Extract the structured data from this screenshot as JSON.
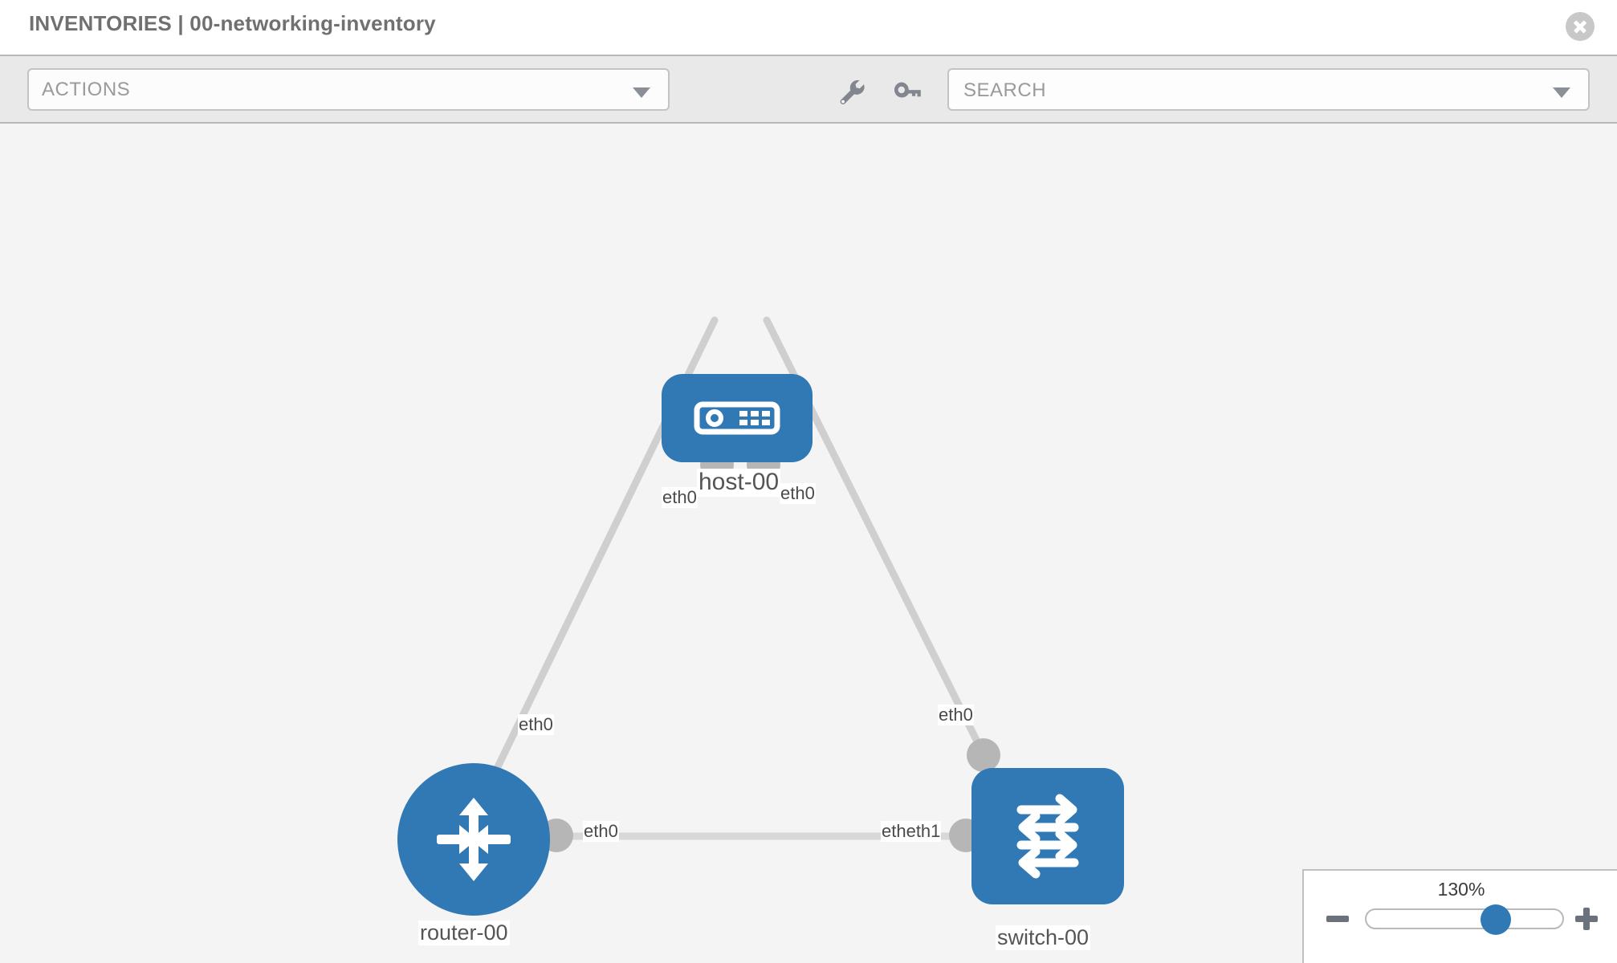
{
  "header": {
    "title": "INVENTORIES | 00-networking-inventory",
    "close_icon": "close-circle-icon"
  },
  "toolbar": {
    "actions_label": "ACTIONS",
    "actions_caret_icon": "chevron-down-icon",
    "wrench_icon": "wrench-icon",
    "key_icon": "key-icon",
    "search_placeholder": "SEARCH",
    "search_value": "",
    "search_caret_icon": "chevron-down-icon"
  },
  "colors": {
    "node_blue": "#3179b5",
    "connector_gray": "#b6b6b6",
    "link_gray": "#cfcfcf",
    "canvas_bg": "#f4f4f4",
    "toolbar_bg": "#e9e9e9"
  },
  "topology": {
    "nodes": [
      {
        "id": "host-00",
        "label": "host-00",
        "type": "host",
        "icon": "server-icon"
      },
      {
        "id": "router-00",
        "label": "router-00",
        "type": "router",
        "icon": "router-arrows-icon"
      },
      {
        "id": "switch-00",
        "label": "switch-00",
        "type": "switch",
        "icon": "switch-arrows-icon"
      }
    ],
    "links": [
      {
        "from": "host-00",
        "from_iface": "eth0",
        "to": "router-00",
        "to_iface": "eth0"
      },
      {
        "from": "host-00",
        "from_iface": "eth0",
        "to": "switch-00",
        "to_iface": "eth0"
      },
      {
        "from": "router-00",
        "from_iface": "eth0",
        "to": "switch-00",
        "to_iface": "eth1"
      }
    ],
    "iface_labels": {
      "host_left": "eth0",
      "host_right": "eth0",
      "router_up": "eth0",
      "switch_up": "eth0",
      "router_right": "eth0",
      "switch_left_overlap": "etheth1"
    }
  },
  "zoom_control": {
    "value": "130%",
    "minus_label": "zoom-out",
    "plus_label": "zoom-in",
    "slider_percent": 63
  }
}
